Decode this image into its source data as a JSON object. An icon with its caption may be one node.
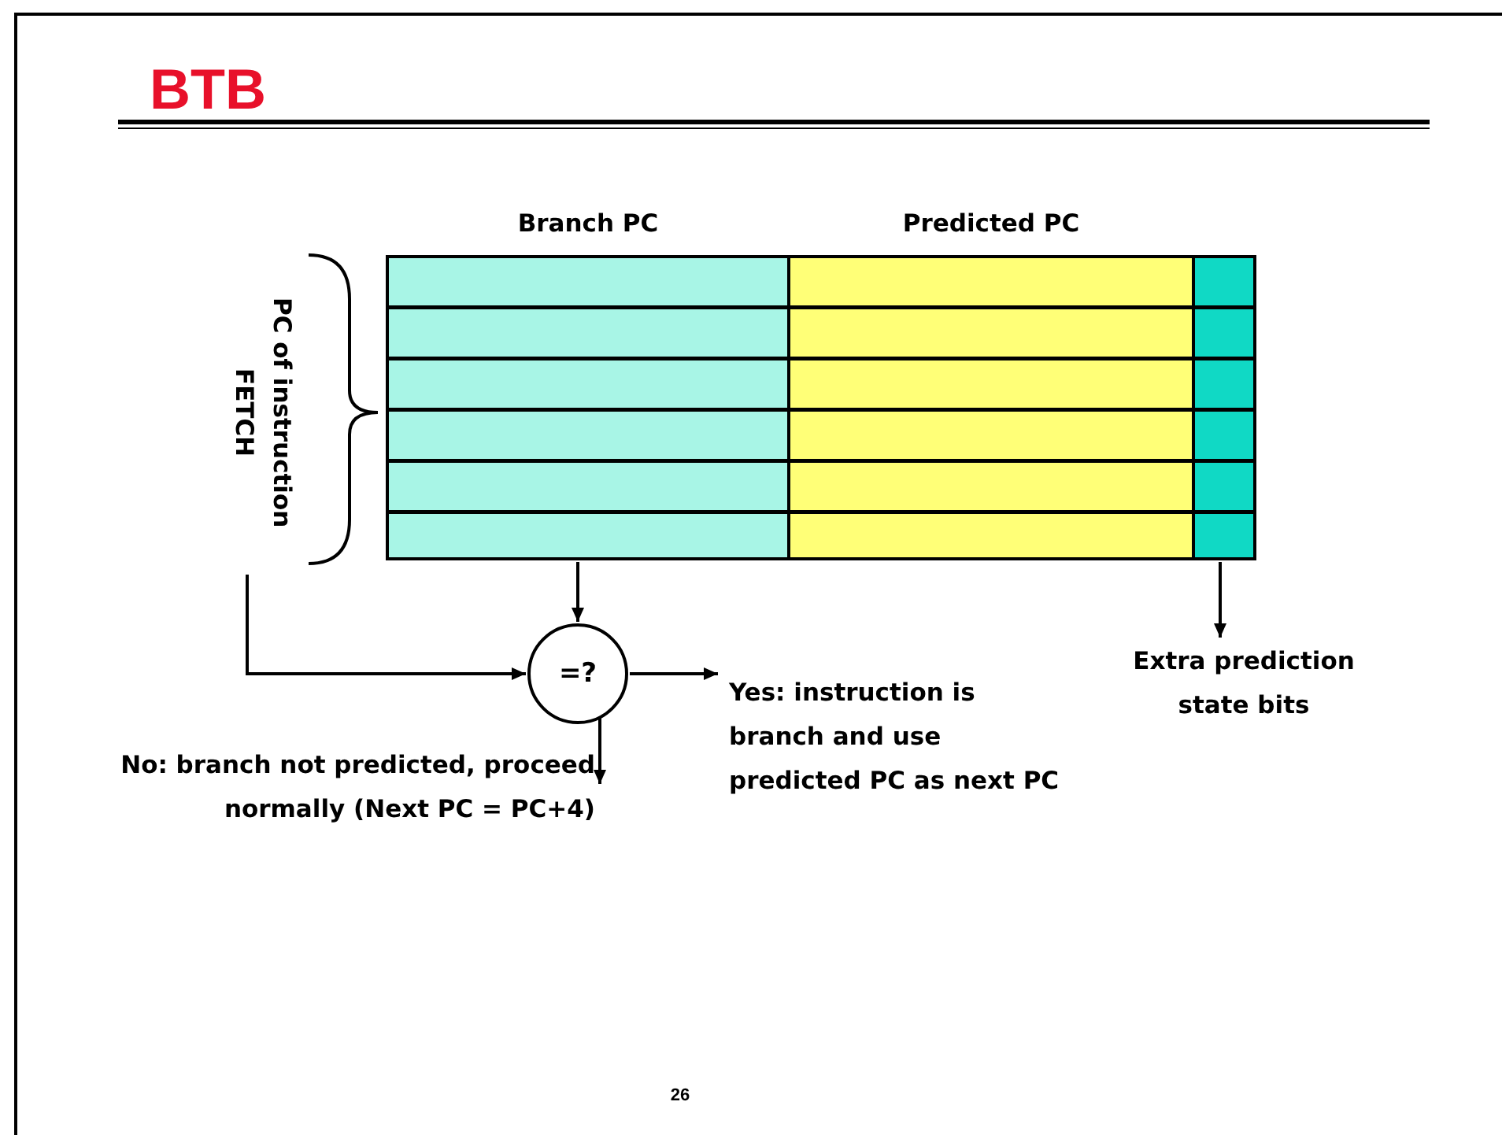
{
  "diagram": {
    "title": "BTB",
    "nodes": [
      {
        "text": [
          "Branch PC"
        ]
      },
      {
        "text": [
          "Predicted PC"
        ]
      },
      {
        "text": [],
        "shape": "bar"
      },
      {
        "text": [
          "PC of instruction FETCH"
        ]
      },
      {
        "text": [
          "=?"
        ]
      },
      {
        "text": [
          "Yes: instruction is branch and use predicted PC as next PC"
        ]
      },
      {
        "text": [
          "No: branch not predicted, proceed normally (Next PC = PC+4)"
        ]
      },
      {
        "text": [
          "Extra prediction state bits"
        ]
      }
    ],
    "edges": [
      {
        "from": 0,
        "to": 4,
        "arrow": "to"
      },
      {
        "from": 3,
        "to": 4,
        "arrow": "to"
      },
      {
        "from": 4,
        "to": 5,
        "arrow": "to"
      },
      {
        "from": 4,
        "to": 6,
        "arrow": "to"
      },
      {
        "from": 2,
        "to": 7,
        "arrow": "to"
      }
    ],
    "labels": [
      "26"
    ]
  }
}
